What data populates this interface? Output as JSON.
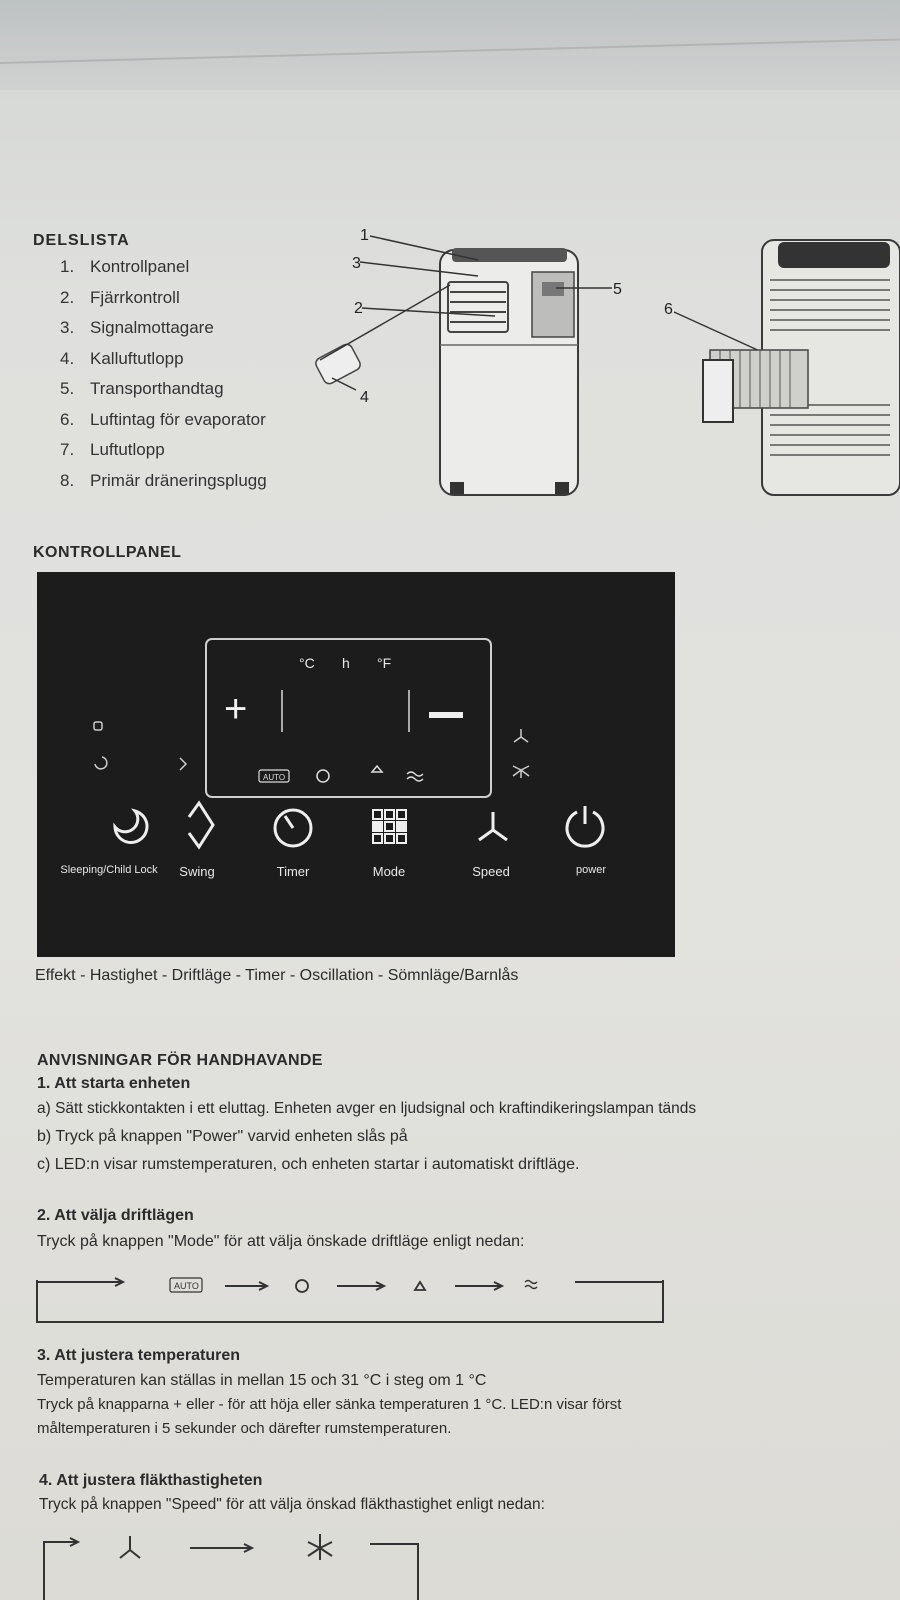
{
  "parts": {
    "heading": "DELSLISTA",
    "items": [
      {
        "num": "1.",
        "label": "Kontrollpanel"
      },
      {
        "num": "2.",
        "label": "Fjärrkontroll"
      },
      {
        "num": "3.",
        "label": "Signalmottagare"
      },
      {
        "num": "4.",
        "label": "Kalluftutlopp"
      },
      {
        "num": "5.",
        "label": "Transporthandtag"
      },
      {
        "num": "6.",
        "label": "Luftintag för evaporator"
      },
      {
        "num": "7.",
        "label": "Luftutlopp"
      },
      {
        "num": "8.",
        "label": "Primär dräneringsplugg"
      }
    ],
    "callouts": [
      "1",
      "3",
      "2",
      "5",
      "4",
      "6"
    ]
  },
  "control_panel": {
    "heading": "KONTROLLPANEL",
    "display_units": [
      "°C",
      "h",
      "°F"
    ],
    "plus": "+",
    "minus": "—",
    "auto_badge": "AUTO",
    "buttons": [
      {
        "label": "Sleeping/Child Lock",
        "icon": "moon-icon"
      },
      {
        "label": "Swing",
        "icon": "swing-icon"
      },
      {
        "label": "Timer",
        "icon": "timer-icon"
      },
      {
        "label": "Mode",
        "icon": "mode-grid-icon"
      },
      {
        "label": "Speed",
        "icon": "fan-icon"
      },
      {
        "label": "power",
        "icon": "power-icon"
      }
    ],
    "caption": "Effekt - Hastighet - Driftläge - Timer - Oscillation - Sömnläge/Barnlås"
  },
  "instructions": {
    "heading": "ANVISNINGAR FÖR HANDHAVANDE",
    "s1_title": "1. Att starta enheten",
    "s1_a": "a) Sätt stickkontakten i ett eluttag. Enheten avger en ljudsignal och kraftindikeringslampan tänds",
    "s1_b": "b) Tryck på knappen \"Power\" varvid enheten slås på",
    "s1_c": "c) LED:n visar rumstemperaturen, och enheten startar i automatiskt driftläge.",
    "s2_title": "2. Att välja driftlägen",
    "s2_text": "Tryck på knappen \"Mode\" för att välja önskade driftläge enligt nedan:",
    "s2_flow": [
      "AUTO",
      "snowflake-icon",
      "drops-icon",
      "wind-icon"
    ],
    "s3_title": "3. Att justera temperaturen",
    "s3_l1": "Temperaturen kan ställas in mellan 15 och 31 °C i steg om 1 °C",
    "s3_l2": "Tryck på knapparna + eller - för att höja eller sänka temperaturen 1 °C. LED:n visar först",
    "s3_l3": "måltemperaturen i 5 sekunder och därefter rumstemperaturen.",
    "s4_title": "4. Att justera fläkthastigheten",
    "s4_text": "Tryck på knappen \"Speed\" för att välja önskad fläkthastighet enligt nedan:",
    "s4_flow": [
      "fan-low-icon",
      "fan-high-icon"
    ]
  }
}
